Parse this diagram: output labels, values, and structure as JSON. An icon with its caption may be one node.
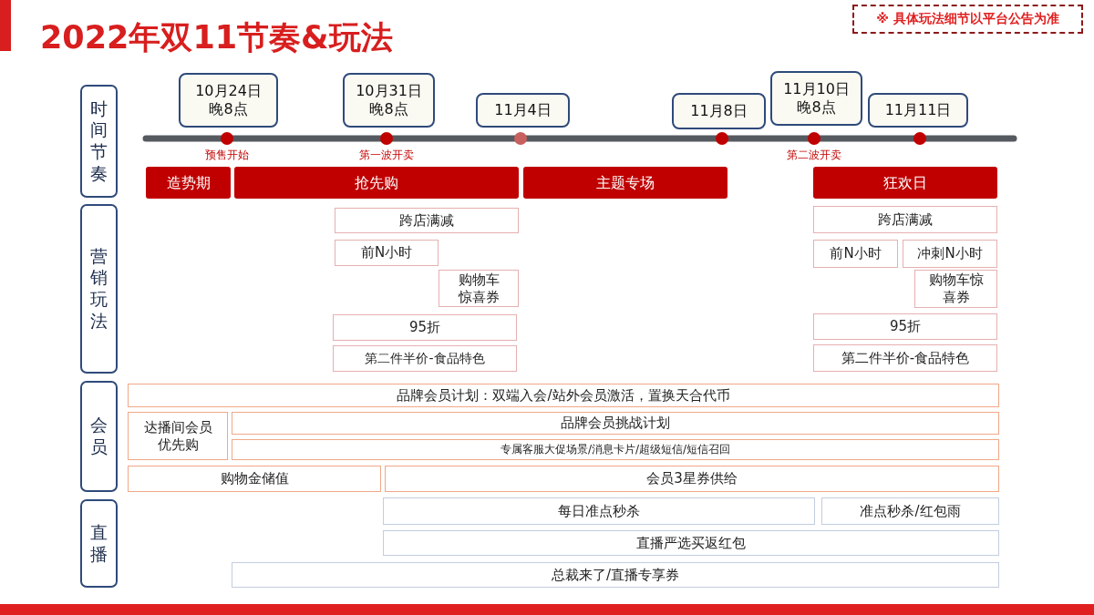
{
  "diagram": {
    "title": "2022年双11节奏&玩法",
    "nodes": [
      {
        "text": [
          "※ 具体玩法细节以平台公告为准"
        ]
      },
      {
        "text": [
          "时间节奏"
        ]
      },
      {
        "text": [
          "营销玩法"
        ]
      },
      {
        "text": [
          "会员"
        ]
      },
      {
        "text": [
          "直播"
        ]
      },
      {
        "text": [
          "10月24日晚8点"
        ]
      },
      {
        "text": [
          "10月31日晚8点"
        ]
      },
      {
        "text": [
          "11月4日"
        ]
      },
      {
        "text": [
          "11月8日"
        ]
      },
      {
        "text": [
          "11月10日晚8点"
        ]
      },
      {
        "text": [
          "11月11日"
        ]
      },
      {
        "text": [
          "造势期"
        ]
      },
      {
        "text": [
          "抢先购"
        ]
      },
      {
        "text": [
          "主题专场"
        ]
      },
      {
        "text": [
          "狂欢日"
        ]
      },
      {
        "text": [
          "跨店满减"
        ]
      },
      {
        "text": [
          "前N小时"
        ]
      },
      {
        "text": [
          "购物车惊喜券"
        ]
      },
      {
        "text": [
          "95折"
        ]
      },
      {
        "text": [
          "第二件半价-食品特色"
        ]
      },
      {
        "text": [
          "跨店满减"
        ]
      },
      {
        "text": [
          "前N小时"
        ]
      },
      {
        "text": [
          "冲刺N小时"
        ]
      },
      {
        "text": [
          "购物车惊喜券"
        ]
      },
      {
        "text": [
          "95折"
        ]
      },
      {
        "text": [
          "第二件半价-食品特色"
        ]
      },
      {
        "text": [
          "品牌会员计划：双端入会/站外会员激活，置换天合代币"
        ]
      },
      {
        "text": [
          "达播间会员优先购"
        ]
      },
      {
        "text": [
          "品牌会员挑战计划"
        ]
      },
      {
        "text": [
          "专属客服大促场景/消息卡片/超级短信/短信召回"
        ]
      },
      {
        "text": [
          "购物金储值"
        ]
      },
      {
        "text": [
          "会员3星券供给"
        ]
      },
      {
        "text": [
          "每日准点秒杀"
        ]
      },
      {
        "text": [
          "准点秒杀/红包雨"
        ]
      },
      {
        "text": [
          "直播严选买返红包"
        ]
      },
      {
        "text": [
          "总裁来了/直播专享券"
        ]
      }
    ],
    "labels": [
      "预售开始",
      "第一波开卖",
      "第二波开卖"
    ]
  }
}
